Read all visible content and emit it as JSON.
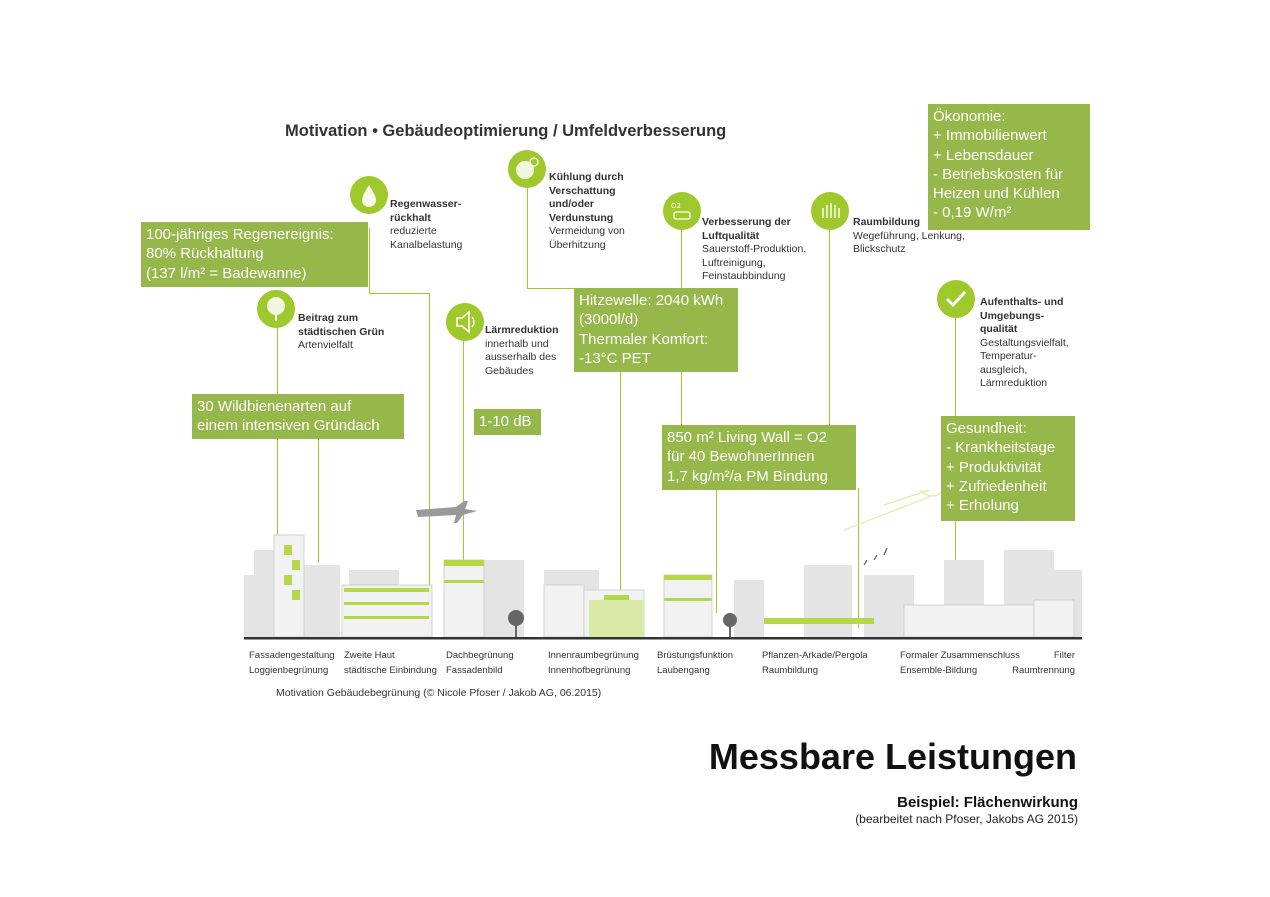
{
  "diagram": {
    "title": "Motivation • Gebäudeoptimierung / Umfeldverbesserung",
    "benefits": [
      {
        "heading": "Beitrag zum städtischen Grün",
        "sub": [
          "Artenvielfalt"
        ],
        "icon": "tree-icon"
      },
      {
        "heading": "Regenwasser-rückhalt",
        "sub": [
          "reduzierte",
          "Kanalbelastung"
        ],
        "icon": "water-drop-icon"
      },
      {
        "heading": "Lärmreduktion",
        "sub": [
          "innerhalb und",
          "ausserhalb des",
          "Gebäudes"
        ],
        "icon": "speaker-icon"
      },
      {
        "heading": "Kühlung durch Verschattung und/oder Verdunstung",
        "sub": [
          "Vermeidung von",
          "Überhitzung"
        ],
        "icon": "sun-leaf-icon"
      },
      {
        "heading": "Verbesserung der Luftqualität",
        "sub": [
          "Sauerstoff-Produktion,",
          "Luftreinigung,",
          "Feinstaubbindung"
        ],
        "icon": "air-quality-icon"
      },
      {
        "heading": "Raumbildung",
        "sub": [
          "Wegeführung, Lenkung,",
          "Blickschutz"
        ],
        "icon": "space-icon"
      },
      {
        "heading": "Aufenthalts- und Umgebungs-qualität",
        "sub": [
          "Gestaltungsvielfalt,",
          "Temperatur-",
          "ausgleich,",
          "Lärmreduktion"
        ],
        "icon": "checkmark-icon"
      }
    ],
    "green_boxes": [
      {
        "lines": [
          "Ökonomie:",
          "+ Immobilienwert",
          "+ Lebensdauer",
          "- Betriebskosten für",
          "Heizen und Kühlen",
          "- 0,19 W/m²"
        ]
      },
      {
        "lines": [
          "100-jähriges Regenereignis:",
          "80% Rückhaltung",
          "(137 l/m² = Badewanne)"
        ]
      },
      {
        "lines": [
          "Hitzewelle: 2040 kWh",
          "(3000l/d)",
          "Thermaler Komfort:",
          "-13°C PET"
        ]
      },
      {
        "lines": [
          "30 Wildbienenarten auf",
          "einem intensiven Gründach"
        ]
      },
      {
        "lines": [
          "1-10 dB"
        ]
      },
      {
        "lines": [
          "850 m² Living Wall = O2",
          "für 40 BewohnerInnen",
          "1,7 kg/m²/a PM Bindung"
        ]
      },
      {
        "lines": [
          "Gesundheit:",
          "- Krankheitstage",
          "+ Produktivität",
          "+ Zufriedenheit",
          "+ Erholung"
        ]
      }
    ],
    "captions": [
      [
        "Fassadengestaltung",
        "Loggienbegrünung"
      ],
      [
        "Zweite Haut",
        "städtische Einbindung"
      ],
      [
        "Dachbegrünung",
        "Fassadenbild"
      ],
      [
        "Innenraumbegrünung",
        "Innenhofbegrünung"
      ],
      [
        "Brüstungsfunktion",
        "Laubengang"
      ],
      [
        "Pflanzen-Arkade/Pergola",
        "Raumbildung"
      ],
      [
        "Formaler Zusammenschluss",
        "Ensemble-Bildung"
      ],
      [
        "Filter",
        "Raumtrennung"
      ]
    ],
    "credit": "Motivation Gebäudebegrünung (© Nicole Pfoser / Jakob AG, 06.2015)",
    "accent_color": "#9ec82b",
    "box_color": "#96b84a"
  },
  "slide": {
    "heading": "Messbare Leistungen",
    "subheading": "Beispiel: Flächenwirkung",
    "source": "(bearbeitet nach Pfoser, Jakobs AG 2015)"
  }
}
